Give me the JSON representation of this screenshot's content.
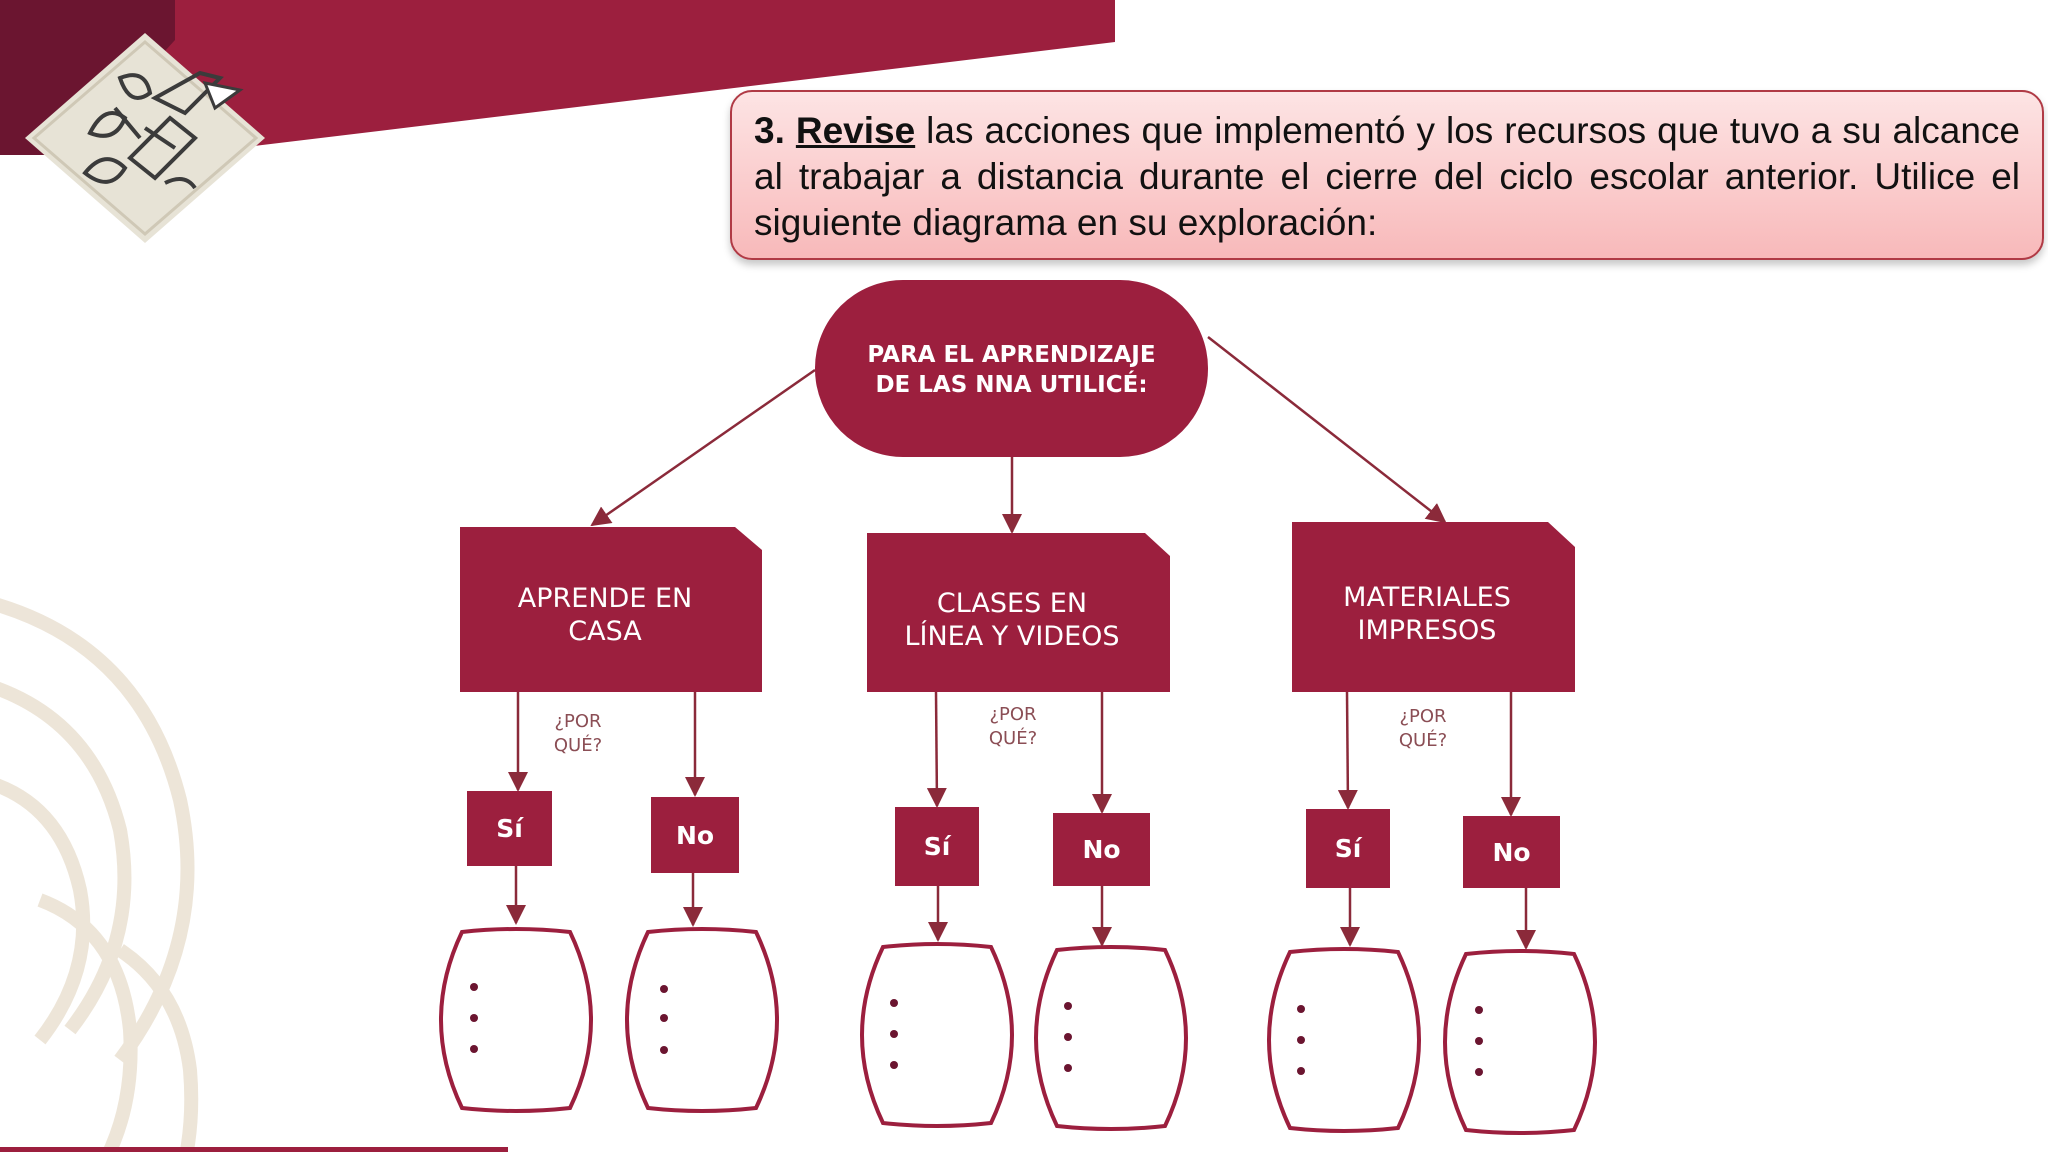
{
  "instruction": {
    "number": "3.",
    "verb": "Revise",
    "text": " las acciones que implementó y los recursos que tuvo a su alcance al trabajar a distancia durante el cierre del ciclo escolar anterior. Utilice el siguiente diagrama en su exploración:"
  },
  "diagram": {
    "root": {
      "line1": "PARA EL APRENDIZAJE",
      "line2": "DE LAS NNA UTILICÉ:"
    },
    "branches": [
      {
        "line1": "APRENDE EN",
        "line2": "CASA",
        "why_line1": "¿POR",
        "why_line2": "QUÉ?",
        "yes": "Sí",
        "no": "No"
      },
      {
        "line1": "CLASES EN",
        "line2": "LÍNEA Y VIDEOS",
        "why_line1": "¿POR",
        "why_line2": "QUÉ?",
        "yes": "Sí",
        "no": "No"
      },
      {
        "line1": "MATERIALES",
        "line2": "IMPRESOS",
        "why_line1": "¿POR",
        "why_line2": "QUÉ?",
        "yes": "Sí",
        "no": "No"
      }
    ]
  },
  "colors": {
    "brand": "#9c1f3e",
    "brand_dark": "#6b1530",
    "callout_border": "#b03a45",
    "callout_fill": "#f8b9ba",
    "arrow": "#8b2a3a"
  }
}
